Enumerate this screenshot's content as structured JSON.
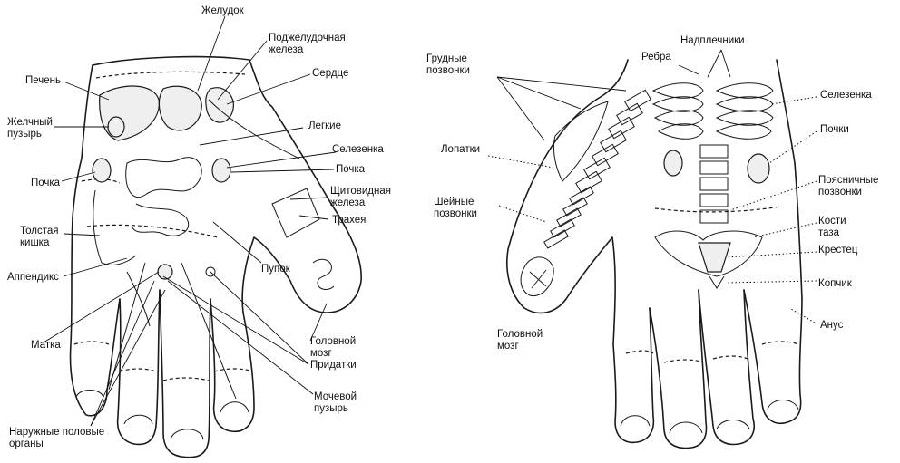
{
  "palm": {
    "labels": [
      "Желудок",
      "Поджелудочная железа",
      "Печень",
      "Сердце",
      "Желчный пузырь",
      "Легкие",
      "Селезенка",
      "Почка",
      "Почка",
      "Щитовидная железа",
      "Толстая кишка",
      "Трахея",
      "Аппендикс",
      "Пупок",
      "Матка",
      "Головной мозг",
      "Придатки",
      "Мочевой пузырь",
      "Наружные половые органы"
    ]
  },
  "back": {
    "labels": [
      "Надплечники",
      "Грудные позвонки",
      "Ребра",
      "Селезенка",
      "Почки",
      "Лопатки",
      "Поясничные позвонки",
      "Шейные позвонки",
      "Кости таза",
      "Крестец",
      "Копчик",
      "Головной мозг",
      "Анус"
    ]
  }
}
